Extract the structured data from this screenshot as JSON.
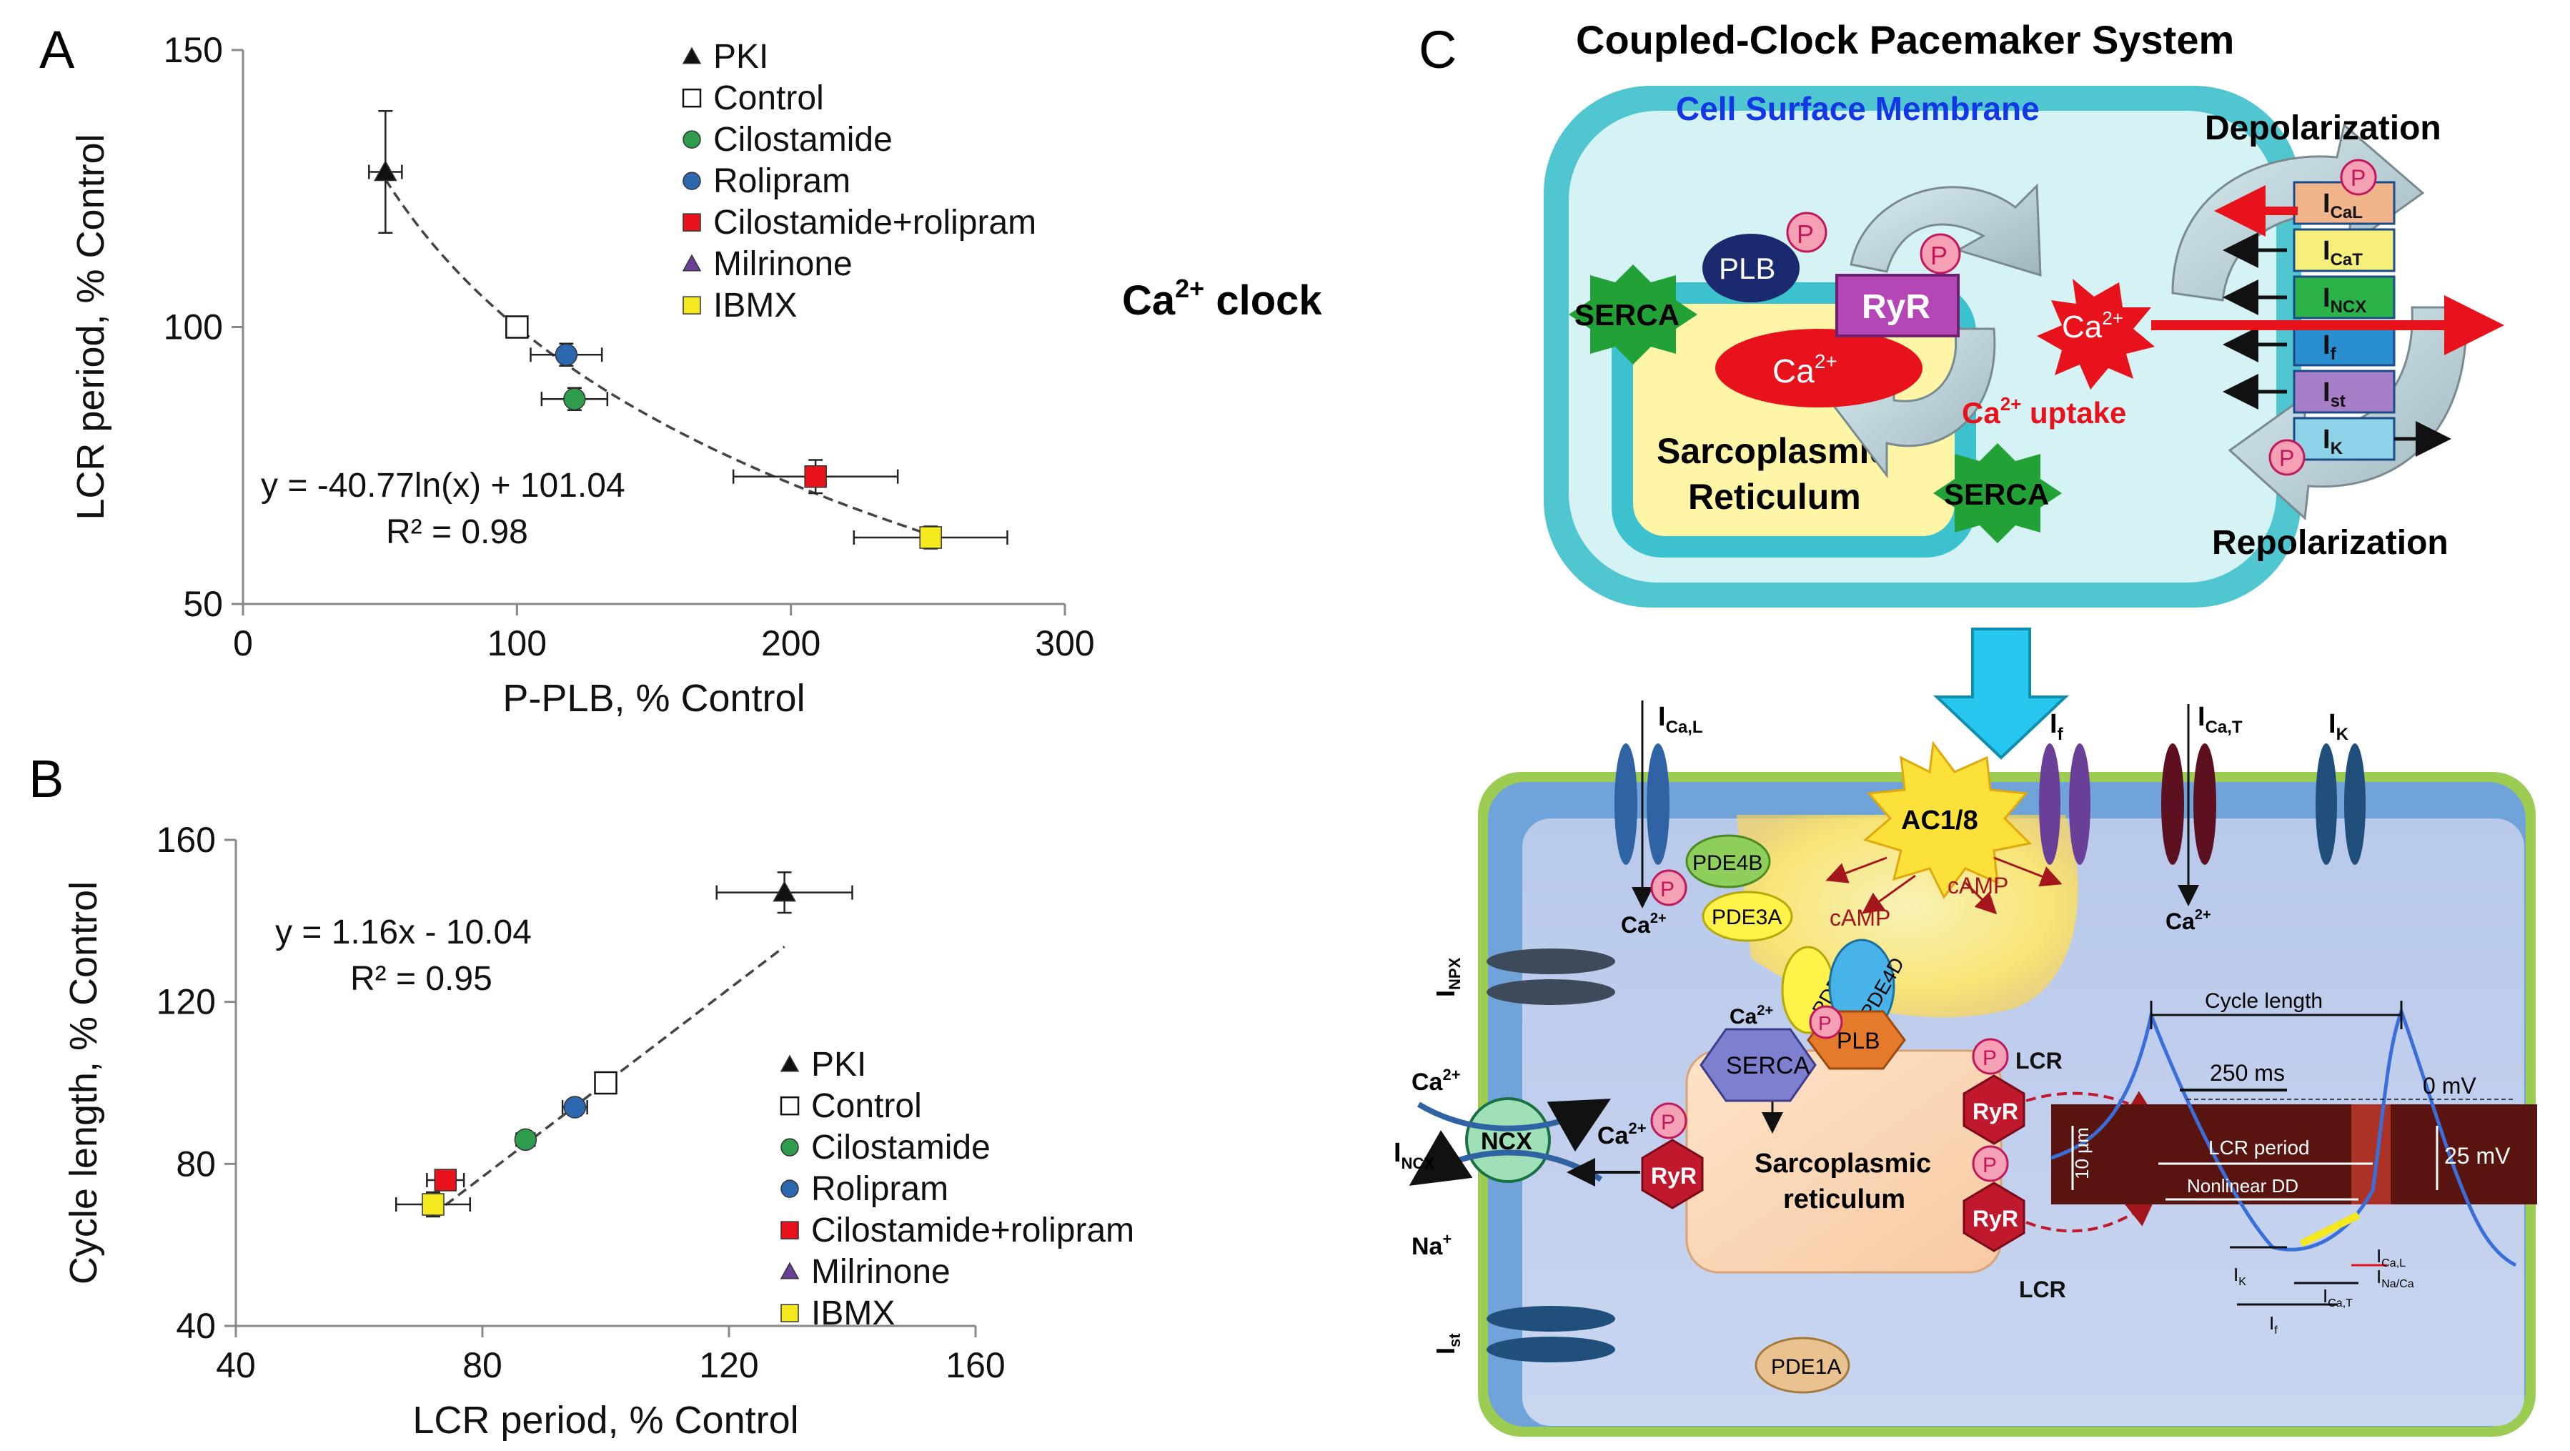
{
  "panels": {
    "a": "A",
    "b": "B",
    "c": "C"
  },
  "legend": [
    {
      "label": "PKI",
      "marker": "triangle",
      "color": "#111111"
    },
    {
      "label": "Control",
      "marker": "square-open",
      "color": "#ffffff"
    },
    {
      "label": "Cilostamide",
      "marker": "circle",
      "color": "#2e9b4d"
    },
    {
      "label": "Rolipram",
      "marker": "circle",
      "color": "#2c67b0"
    },
    {
      "label": "Cilostamide+rolipram",
      "marker": "square",
      "color": "#e8121c"
    },
    {
      "label": "Milrinone",
      "marker": "triangle",
      "color": "#6a3f97"
    },
    {
      "label": "IBMX",
      "marker": "square",
      "color": "#f4e81e"
    }
  ],
  "side_label": {
    "ca": "Ca",
    "sup": "2+",
    "rest": " clock"
  },
  "chart_data": [
    {
      "type": "scatter",
      "xlabel": "P-PLB, % Control",
      "ylabel": "LCR period, % Control",
      "xlim": [
        0,
        300
      ],
      "ylim": [
        50,
        150
      ],
      "xticks": [
        0,
        100,
        200,
        300
      ],
      "yticks": [
        50,
        100,
        150
      ],
      "equation": "y = -40.77ln(x) + 101.04",
      "r2": "R² = 0.98",
      "fit": {
        "kind": "log",
        "from": 52,
        "to": 252
      },
      "points": [
        {
          "series": "PKI",
          "x": 52,
          "y": 128,
          "xerr": 6,
          "yerr": 11
        },
        {
          "series": "Control",
          "x": 100,
          "y": 100,
          "xerr": 0,
          "yerr": 0
        },
        {
          "series": "Cilostamide",
          "x": 121,
          "y": 87,
          "xerr": 12,
          "yerr": 2
        },
        {
          "series": "Rolipram",
          "x": 118,
          "y": 95,
          "xerr": 13,
          "yerr": 2
        },
        {
          "series": "Cilostamide+rolipram",
          "x": 209,
          "y": 73,
          "xerr": 30,
          "yerr": 3
        },
        {
          "series": "IBMX",
          "x": 251,
          "y": 62,
          "xerr": 28,
          "yerr": 2
        }
      ]
    },
    {
      "type": "scatter",
      "xlabel": "LCR period, % Control",
      "ylabel": "Cycle length, % Control",
      "xlim": [
        40,
        160
      ],
      "ylim": [
        40,
        160
      ],
      "xticks": [
        40,
        80,
        120,
        160
      ],
      "yticks": [
        40,
        80,
        120,
        160
      ],
      "equation": "y = 1.16x - 10.04",
      "r2": "R² = 0.95",
      "fit": {
        "kind": "linear",
        "from": 72,
        "to": 129
      },
      "points": [
        {
          "series": "PKI",
          "x": 129,
          "y": 147,
          "xerr": 11,
          "yerr": 5
        },
        {
          "series": "Control",
          "x": 100,
          "y": 100,
          "xerr": 0,
          "yerr": 0
        },
        {
          "series": "Cilostamide",
          "x": 87,
          "y": 86,
          "xerr": 1.5,
          "yerr": 1.5
        },
        {
          "series": "Rolipram",
          "x": 95,
          "y": 94,
          "xerr": 2,
          "yerr": 1.5
        },
        {
          "series": "Cilostamide+rolipram",
          "x": 74,
          "y": 76,
          "xerr": 3,
          "yerr": 2
        },
        {
          "series": "IBMX",
          "x": 72,
          "y": 70,
          "xerr": 6,
          "yerr": 3
        }
      ]
    }
  ],
  "diagram": {
    "title": "Coupled-Clock Pacemaker System",
    "membrane_label": "Cell Surface Membrane",
    "depolarization": "Depolarization",
    "repolarization": "Repolarization",
    "sr_line1": "Sarcoplasmic",
    "sr_line2": "Reticulum",
    "serca": "SERCA",
    "plb": "PLB",
    "ryr": "RyR",
    "p": "P",
    "ca": "Ca",
    "sup2": "2+",
    "uptake": " uptake",
    "currents": [
      {
        "main": "I",
        "sub": "CaL",
        "color": "#f2b48a"
      },
      {
        "main": "I",
        "sub": "CaT",
        "color": "#f6ef7a"
      },
      {
        "main": "I",
        "sub": "NCX",
        "color": "#2bb34a"
      },
      {
        "main": "I",
        "sub": "f",
        "color": "#2a8fd1"
      },
      {
        "main": "I",
        "sub": "st",
        "color": "#a77ec8"
      },
      {
        "main": "I",
        "sub": "K",
        "color": "#8fd3e8"
      }
    ],
    "lower": {
      "i_cal": "I",
      "i_cal_sub": "Ca,L",
      "i_f": "I",
      "i_f_sub": "f",
      "i_cat": "I",
      "i_cat_sub": "Ca,T",
      "i_k": "I",
      "i_k_sub": "K",
      "ac": "AC1/8",
      "pde4b": "PDE4B",
      "pde3a": "PDE3A",
      "pde4d": "PDE4D",
      "pde1a": "PDE1A",
      "camp": "cAMP",
      "inpx": "I",
      "inpx_sub": "NPX",
      "incx": "I",
      "incx_sub": "NCX",
      "ist": "I",
      "ist_sub": "st",
      "ncx": "NCX",
      "na": "Na",
      "na_sup": "+",
      "sr2_line1": "Sarcoplasmic",
      "sr2_line2": "reticulum",
      "lcr": "LCR",
      "cycle_length": "Cycle length",
      "ms250": "250 ms",
      "mv0": "0 mV",
      "mv25": "25 mV",
      "um10": "10 µm",
      "lcr_period": "LCR period",
      "nonlinear": "Nonlinear DD",
      "t_ik": "I",
      "t_ik_sub": "K",
      "t_if": "I",
      "t_if_sub": "f",
      "t_icat": "I",
      "t_icat_sub": "Ca,T",
      "t_ical": "I",
      "t_ical_sub": "Ca,L",
      "t_inaca": "I",
      "t_inaca_sub": "Na/Ca"
    }
  }
}
